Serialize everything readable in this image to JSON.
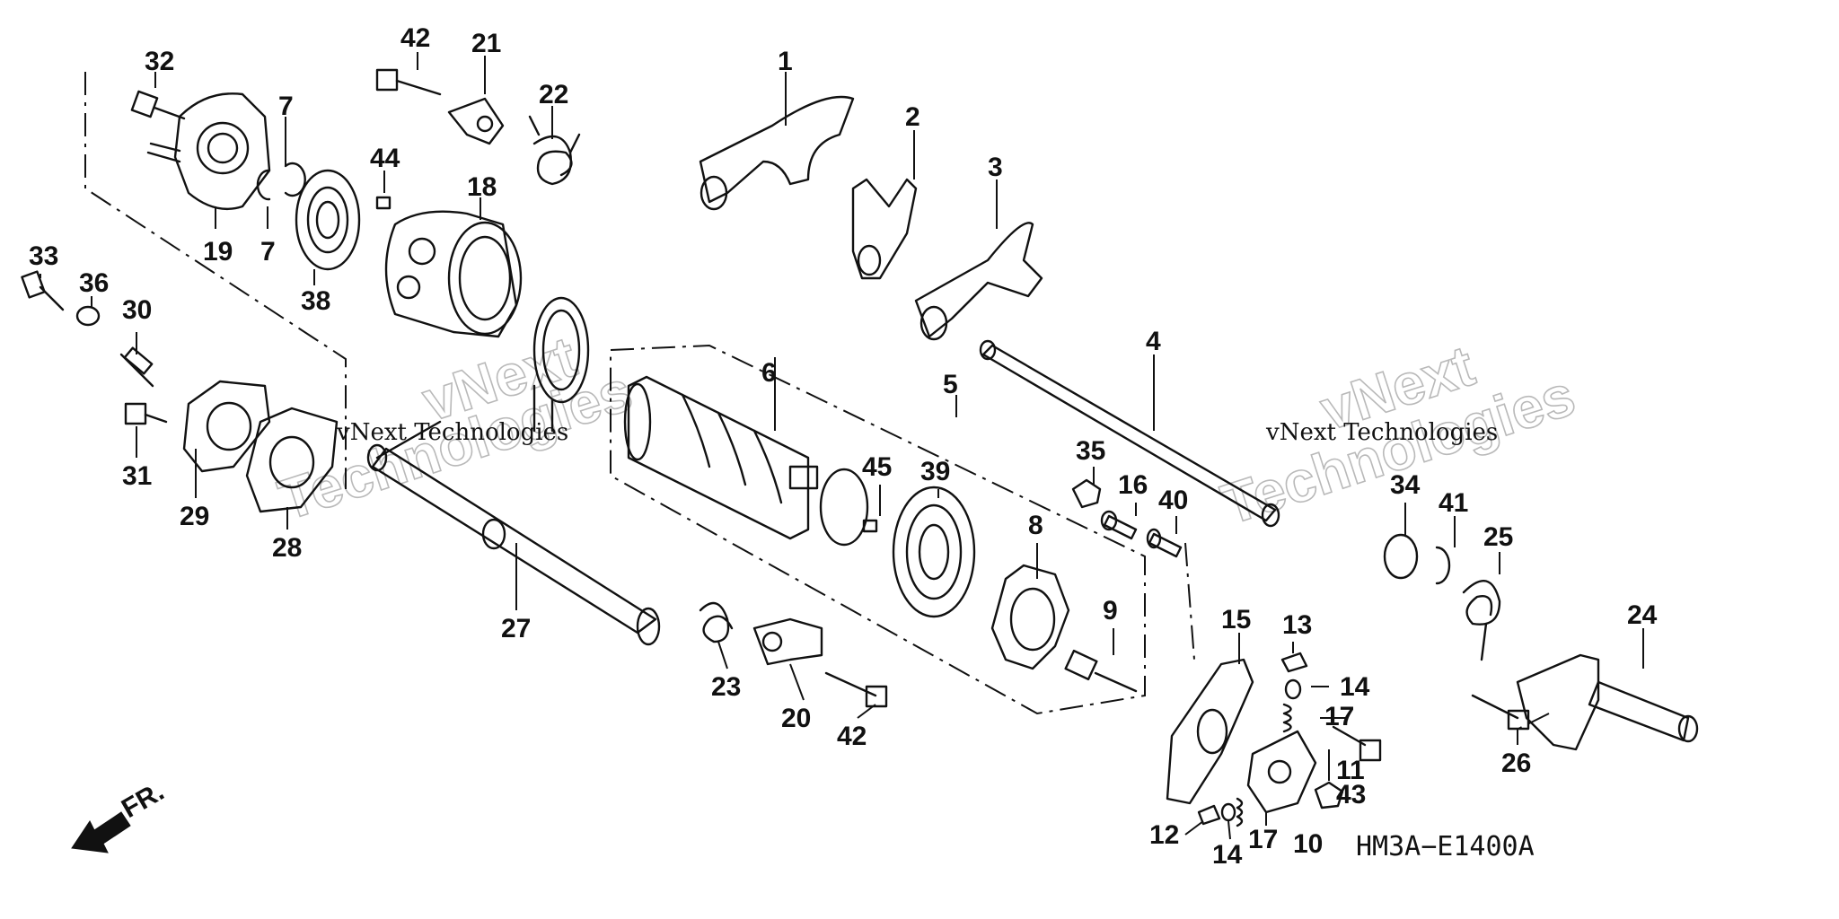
{
  "diagram": {
    "code": "HM3A−E1400A",
    "front_label": "FR.",
    "watermark_brand": "vNext",
    "watermark_word": "Technologies",
    "watermark_full": "vNext Technologies"
  },
  "callouts": [
    {
      "id": "c1",
      "text": "1"
    },
    {
      "id": "c2",
      "text": "2"
    },
    {
      "id": "c3",
      "text": "3"
    },
    {
      "id": "c4",
      "text": "4"
    },
    {
      "id": "c5",
      "text": "5"
    },
    {
      "id": "c6",
      "text": "6"
    },
    {
      "id": "c7a",
      "text": "7"
    },
    {
      "id": "c7b",
      "text": "7"
    },
    {
      "id": "c8",
      "text": "8"
    },
    {
      "id": "c9",
      "text": "9"
    },
    {
      "id": "c10",
      "text": "10"
    },
    {
      "id": "c11",
      "text": "11"
    },
    {
      "id": "c12",
      "text": "12"
    },
    {
      "id": "c13",
      "text": "13"
    },
    {
      "id": "c14a",
      "text": "14"
    },
    {
      "id": "c14b",
      "text": "14"
    },
    {
      "id": "c15",
      "text": "15"
    },
    {
      "id": "c16",
      "text": "16"
    },
    {
      "id": "c17a",
      "text": "17"
    },
    {
      "id": "c17b",
      "text": "17"
    },
    {
      "id": "c18",
      "text": "18"
    },
    {
      "id": "c19",
      "text": "19"
    },
    {
      "id": "c20",
      "text": "20"
    },
    {
      "id": "c21",
      "text": "21"
    },
    {
      "id": "c22",
      "text": "22"
    },
    {
      "id": "c23",
      "text": "23"
    },
    {
      "id": "c24",
      "text": "24"
    },
    {
      "id": "c25",
      "text": "25"
    },
    {
      "id": "c26",
      "text": "26"
    },
    {
      "id": "c27",
      "text": "27"
    },
    {
      "id": "c28",
      "text": "28"
    },
    {
      "id": "c29",
      "text": "29"
    },
    {
      "id": "c30",
      "text": "30"
    },
    {
      "id": "c31",
      "text": "31"
    },
    {
      "id": "c32",
      "text": "32"
    },
    {
      "id": "c33",
      "text": "33"
    },
    {
      "id": "c34",
      "text": "34"
    },
    {
      "id": "c35",
      "text": "35"
    },
    {
      "id": "c36",
      "text": "36"
    },
    {
      "id": "c38",
      "text": "38"
    },
    {
      "id": "c39",
      "text": "39"
    },
    {
      "id": "c40",
      "text": "40"
    },
    {
      "id": "c41",
      "text": "41"
    },
    {
      "id": "c42a",
      "text": "42"
    },
    {
      "id": "c42b",
      "text": "42"
    },
    {
      "id": "c43",
      "text": "43"
    },
    {
      "id": "c44",
      "text": "44"
    },
    {
      "id": "c45",
      "text": "45"
    }
  ]
}
